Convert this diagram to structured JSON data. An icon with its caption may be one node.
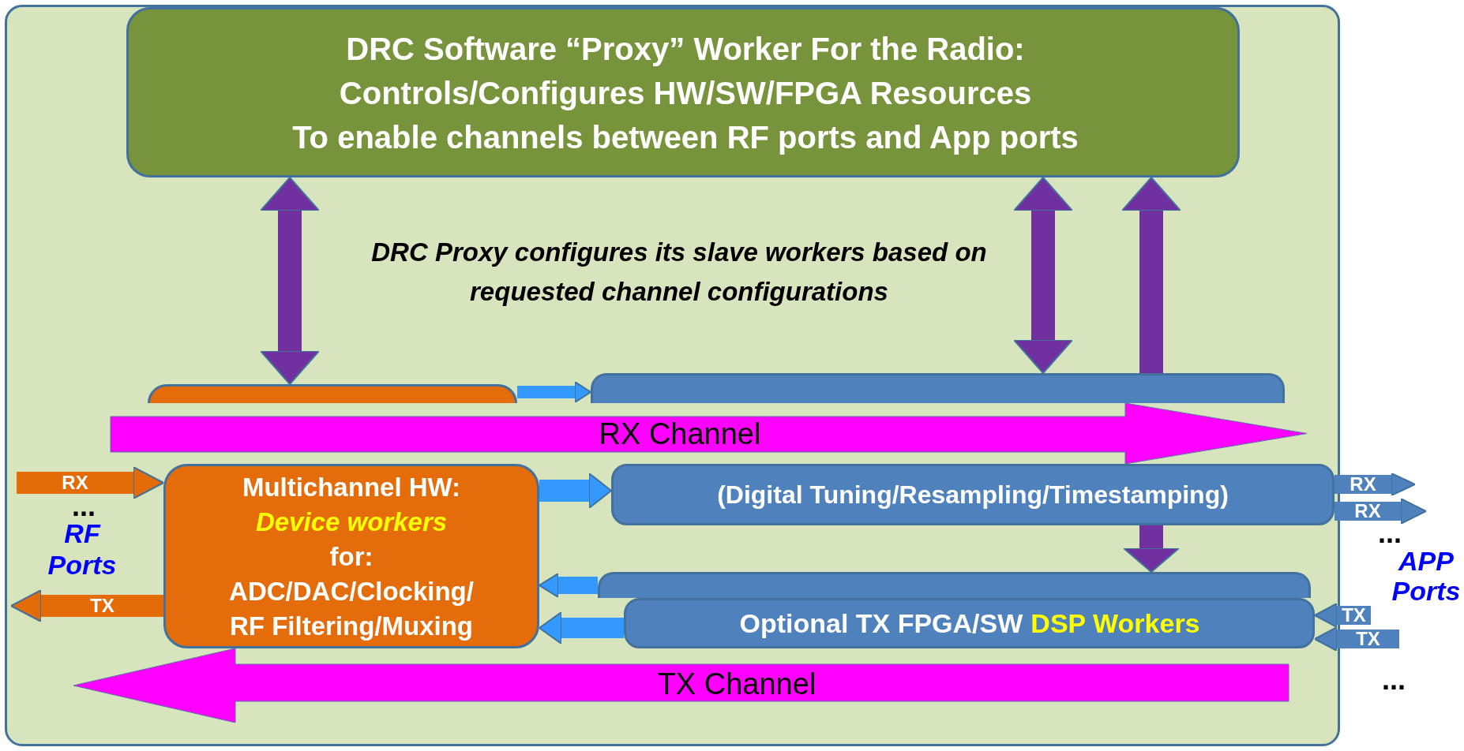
{
  "diagram": {
    "nodes": [
      {
        "text": [],
        "shape": "box"
      },
      {
        "text": [
          "DRC Software “Proxy” Worker For the Radio:",
          "Controls/Configures HW/SW/FPGA Resources",
          "To enable channels between RF ports and App ports"
        ],
        "in": 0
      },
      {
        "text": [],
        "shape": "box",
        "in": 0
      },
      {
        "text": [
          "Multichannel HW:",
          "Device workers",
          "for: ADC/DAC/Clocking/ RF Filtering/Muxing"
        ],
        "in": 0
      },
      {
        "text": [],
        "shape": "box",
        "in": 0
      },
      {
        "text": [
          "(Digital Tuning/Resampling/Timestamping)"
        ],
        "in": 0
      },
      {
        "text": [],
        "shape": "box",
        "in": 0
      },
      {
        "text": [
          "Optional TX FPGA/SW",
          "DSP Workers"
        ],
        "in": 0
      },
      {
        "text": [
          "RX Channel"
        ],
        "in": 0
      },
      {
        "text": [
          "TX Channel"
        ],
        "in": 0
      }
    ],
    "edges": [
      {
        "from": 1,
        "to": 2,
        "arrow": "both",
        "color": "#7030a0"
      },
      {
        "from": 1,
        "to": 4,
        "arrow": "both",
        "color": "#7030a0"
      },
      {
        "from": 4,
        "to": 1,
        "arrow": "to",
        "color": "#7030a0"
      },
      {
        "from": 5,
        "to": 6,
        "arrow": "to",
        "color": "#7030a0"
      },
      {
        "from": 2,
        "to": 4,
        "arrow": "to",
        "color": "#3399ff"
      },
      {
        "from": 3,
        "to": 5,
        "arrow": "to",
        "color": "#3399ff"
      },
      {
        "from": 6,
        "to": 3,
        "arrow": "to",
        "color": "#3399ff"
      },
      {
        "from": 7,
        "to": 3,
        "arrow": "to",
        "color": "#3399ff"
      },
      {
        "from": null,
        "to": 3,
        "arrow": "to",
        "label": "RX",
        "color": "#e36c09"
      },
      {
        "from": 3,
        "to": null,
        "arrow": "to",
        "label": "TX",
        "color": "#e36c09"
      },
      {
        "from": 5,
        "to": null,
        "arrow": "to",
        "label": "RX",
        "color": "#4f81bd"
      },
      {
        "from": 5,
        "to": null,
        "arrow": "to",
        "label": "RX",
        "color": "#4f81bd"
      },
      {
        "from": null,
        "to": 7,
        "arrow": "to",
        "label": "TX",
        "color": "#4f81bd"
      },
      {
        "from": null,
        "to": 7,
        "arrow": "to",
        "label": "TX",
        "color": "#4f81bd"
      }
    ],
    "labels": [
      "DRC Proxy configures its slave workers based on requested channel configurations",
      "...",
      "RF Ports",
      "...",
      "APP Ports",
      "..."
    ]
  }
}
